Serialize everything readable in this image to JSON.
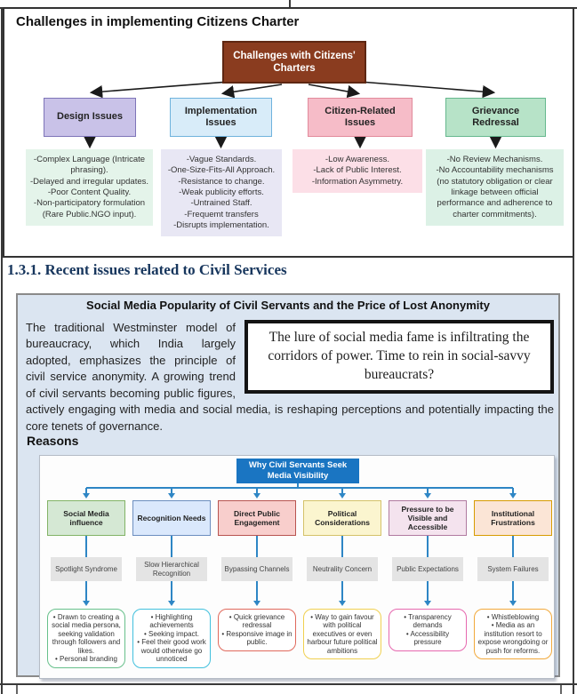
{
  "chart1": {
    "title": "Challenges in implementing Citizens Charter",
    "root": "Challenges with Citizens' Charters",
    "root_bg": "#8a3c1f",
    "columns": [
      {
        "header": "Design Issues",
        "header_bg": "#c9c2e8",
        "header_border": "#7d74b8",
        "list_bg": "#e4f4ea",
        "items": [
          "-Complex Language (Intricate phrasing).",
          "-Delayed and irregular updates.",
          "-Poor Content Quality.",
          "-Non-participatory formulation (Rare Public.NGO input)."
        ]
      },
      {
        "header": "Implementation Issues",
        "header_bg": "#d8ecf9",
        "header_border": "#6fb3dd",
        "list_bg": "#e8e7f4",
        "items": [
          "-Vague Standards.",
          "-One-Size-Fits-All Approach.",
          "-Resistance to change.",
          "-Weak publicity efforts.",
          "-Untrained Staff.",
          "-Frequemt transfers",
          "-Disrupts implementation."
        ]
      },
      {
        "header": "Citizen-Related Issues",
        "header_bg": "#f6bcc8",
        "header_border": "#e28a9b",
        "list_bg": "#fcdfe7",
        "items": [
          "-Low Awareness.",
          "-Lack of Public Interest.",
          "-Information Asymmetry."
        ]
      },
      {
        "header": "Grievance Redressal",
        "header_bg": "#b7e3c8",
        "header_border": "#66b88e",
        "list_bg": "#dcf1e6",
        "items": [
          "-No Review Mechanisms.",
          "-No Accountability mechanisms",
          "(no statutory obligation or clear linkage between official performance and adherence to charter commitments)."
        ]
      }
    ]
  },
  "section": {
    "heading": "1.3.1. Recent issues related to Civil Services"
  },
  "social": {
    "header": "Social Media Popularity of Civil Servants and the Price of Lost Anonymity",
    "body": "The traditional Westminster model of bureaucracy, which India largely adopted, emphasizes the principle of civil service anonymity. A growing trend of civil servants becoming public figures, actively engaging with media and social media, is reshaping perceptions and potentially impacting the core tenets of governance.",
    "quote": "The lure of social media fame is infiltrating the corridors of power. Time to rein in social-savvy bureaucrats?",
    "reasons_label": "Reasons"
  },
  "chart2": {
    "root": "Why Civil Servants Seek Media Visibility",
    "root_bg": "#1a75c2",
    "line_color": "#2e86c5",
    "columns": [
      {
        "header": "Social Media influence",
        "header_bg": "#d5e8d4",
        "header_border": "#82b366",
        "label": "Spotlight Syndrome",
        "box_border": "#67c08b",
        "bullets": [
          "Drawn to creating a social media persona, seeking validation through followers and likes.",
          "Personal branding"
        ]
      },
      {
        "header": "Recognition Needs",
        "header_bg": "#dae8fc",
        "header_border": "#6c8ebf",
        "label": "Slow Hierarchical Recognition",
        "box_border": "#41c0dd",
        "bullets": [
          "Highlighting achievements",
          "Seeking impact.",
          "Feel their good work would otherwise go unnoticed"
        ]
      },
      {
        "header": "Direct Public Engagement",
        "header_bg": "#f8cecc",
        "header_border": "#b85450",
        "label": "Bypassing Channels",
        "box_border": "#e0695c",
        "bullets": [
          "Quick grievance redressal",
          "Responsive image in public."
        ]
      },
      {
        "header": "Political Considerations",
        "header_bg": "#fbf5cf",
        "header_border": "#d4c26a",
        "label": "Neutrality Concern",
        "box_border": "#f0d050",
        "bullets": [
          "Way to gain favour with political executives or even harbour future political ambitions"
        ]
      },
      {
        "header": "Pressure to be Visible and Accessible",
        "header_bg": "#f4e3ee",
        "header_border": "#b07aa0",
        "label": "Public Expectations",
        "box_border": "#e668af",
        "bullets": [
          "Transparency demands",
          "Accessibility pressure"
        ]
      },
      {
        "header": "Institutional Frustrations",
        "header_bg": "#fbe5d6",
        "header_border": "#d79b00",
        "label": "System Failures",
        "box_border": "#f2a93b",
        "bullets": [
          "Whistleblowing",
          "Media as an institution resort to expose wrongdoing or push for reforms."
        ]
      }
    ]
  }
}
